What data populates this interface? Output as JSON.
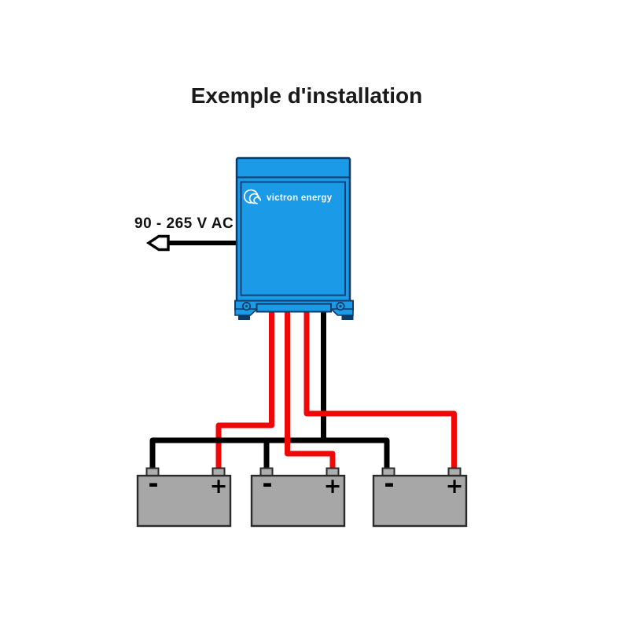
{
  "title": "Exemple d'installation",
  "ac_input": {
    "label": "90 - 265 V AC",
    "arrow_icon": "arrow-left-outline-icon"
  },
  "device": {
    "brand": "victron energy",
    "logo_icon": "victron-torus-icon",
    "type": "battery-charger"
  },
  "batteries": [
    {
      "neg_label": "-",
      "pos_label": "+"
    },
    {
      "neg_label": "-",
      "pos_label": "+"
    },
    {
      "neg_label": "-",
      "pos_label": "+"
    }
  ],
  "colors": {
    "device_blue": "#1b9ae8",
    "device_border": "#0d3a66",
    "wire_red": "#ee0808",
    "wire_black": "#000000",
    "battery_gray": "#a7a7a7",
    "terminal_gray": "#adadad",
    "battery_border": "#2b2b2b"
  }
}
